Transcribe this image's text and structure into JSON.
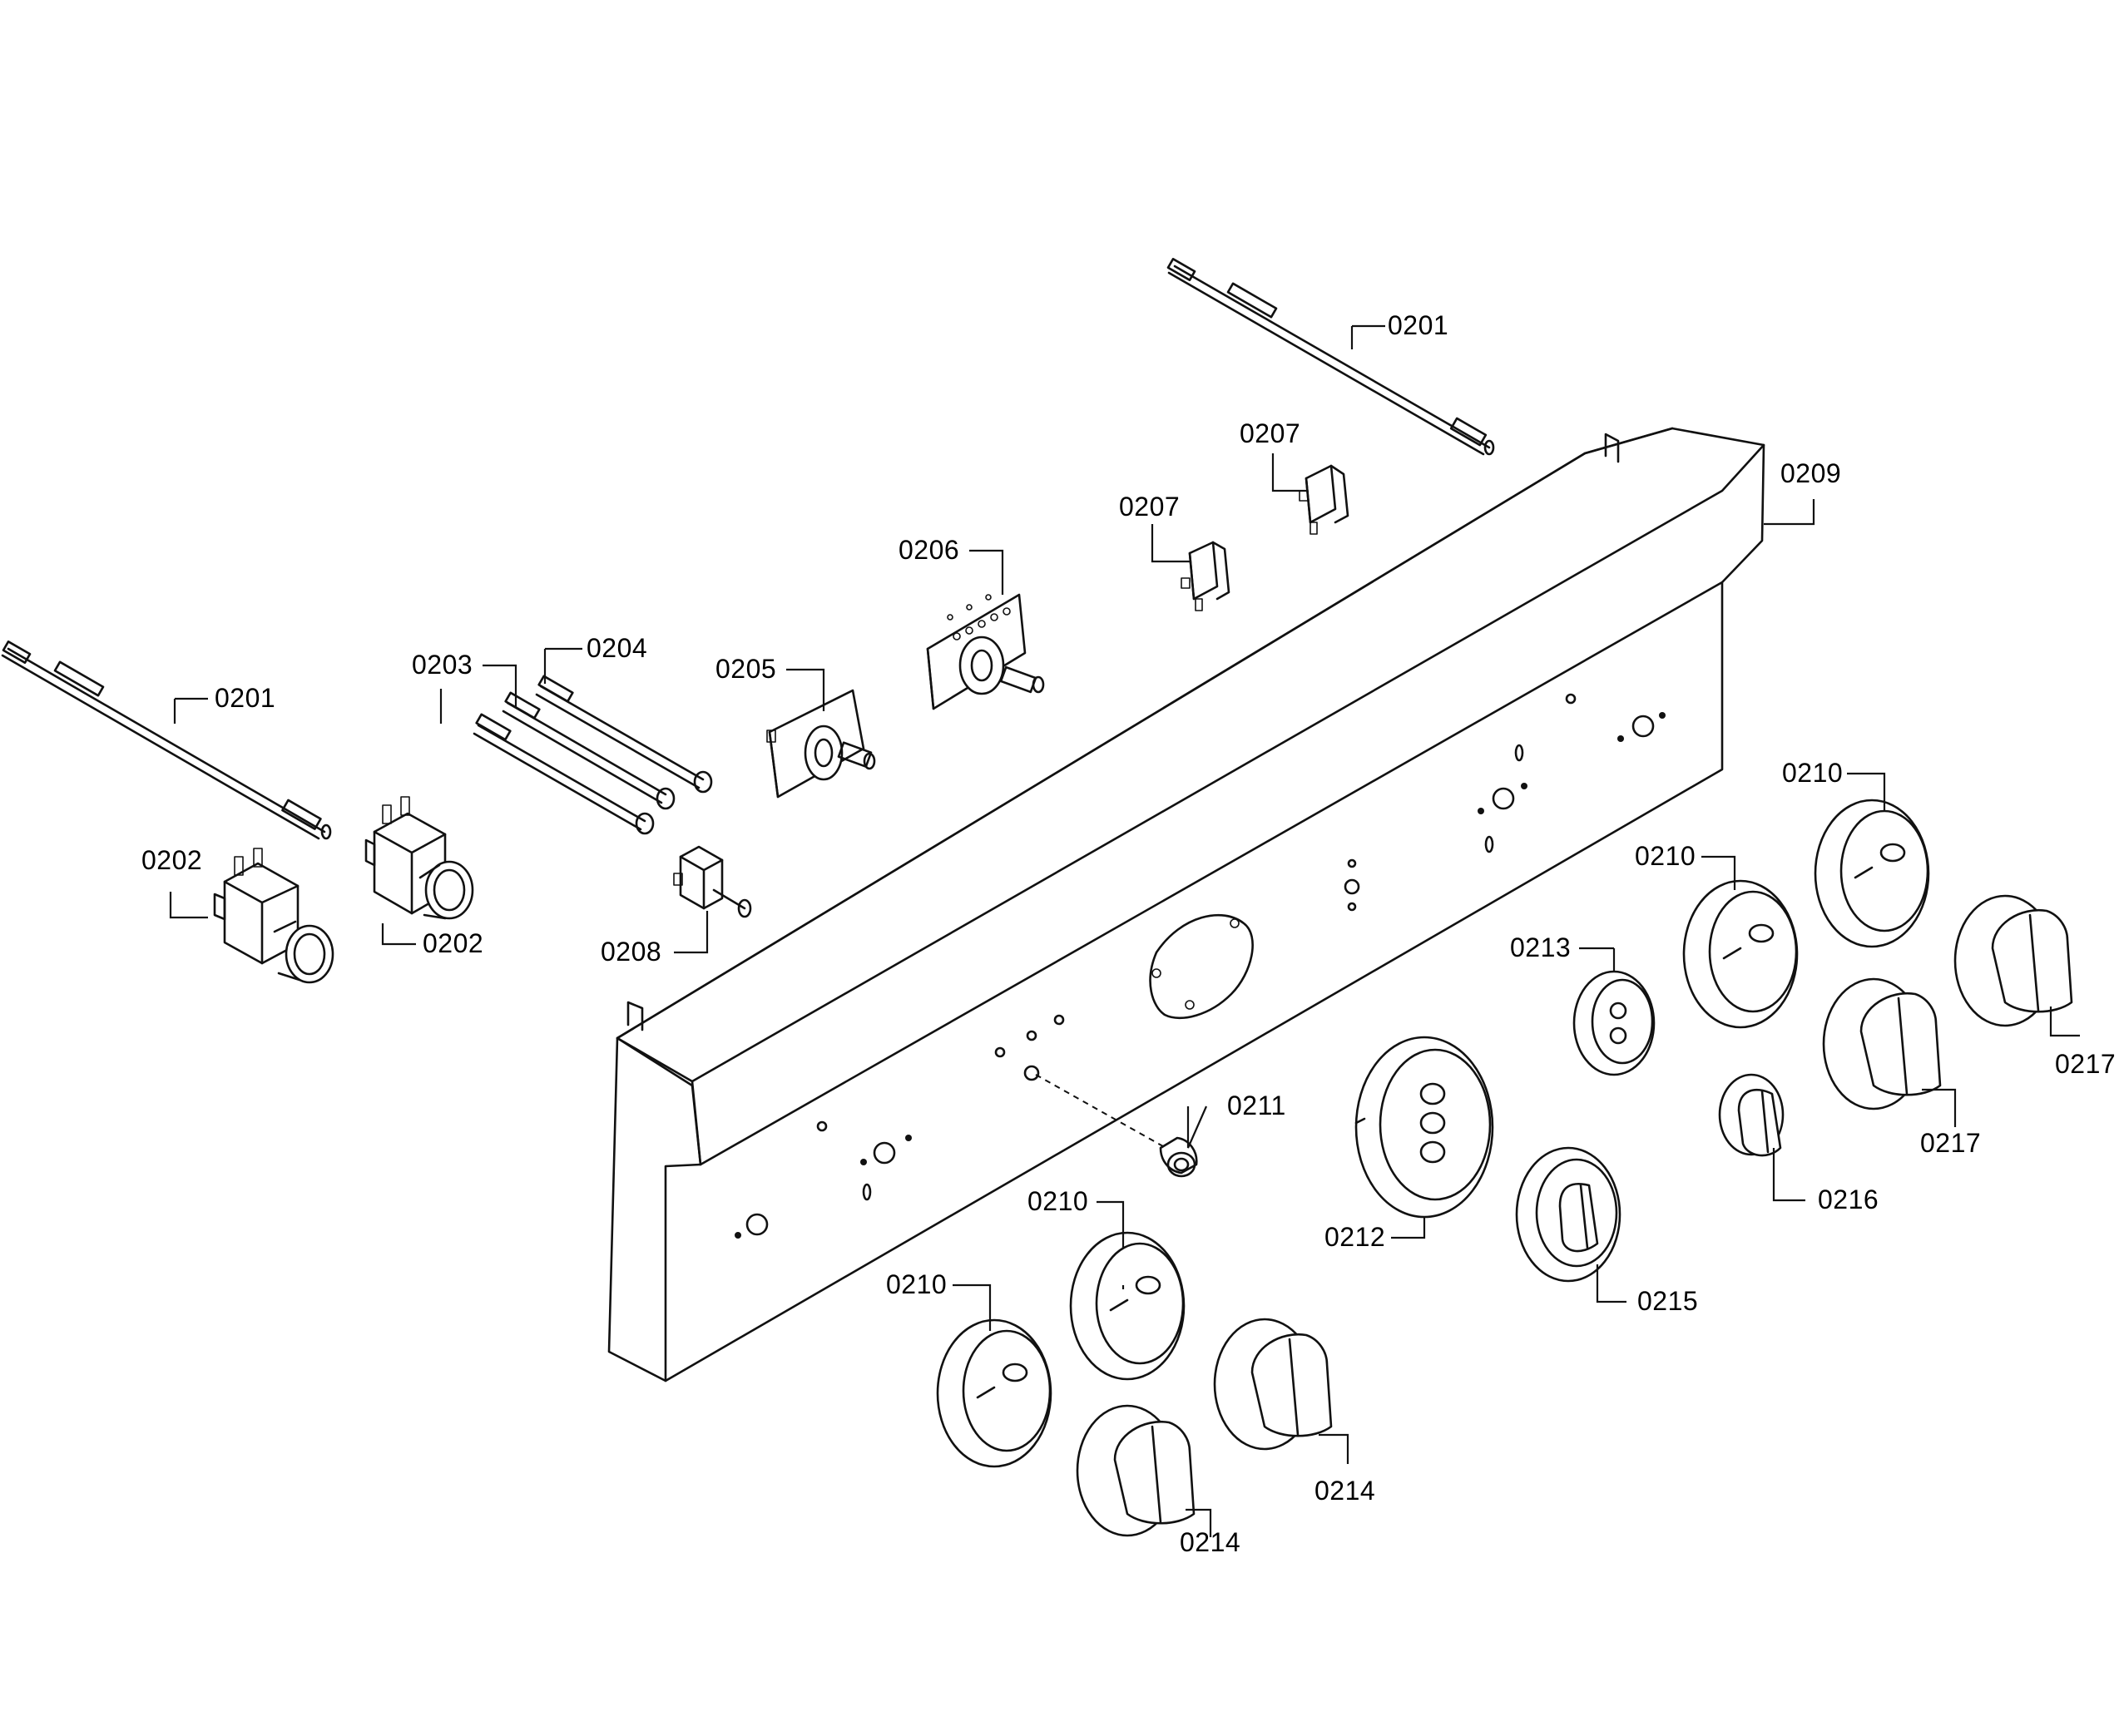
{
  "diagram": {
    "callouts": [
      {
        "id": "c-0201-a",
        "text": "0201"
      },
      {
        "id": "c-0201-b",
        "text": "0201"
      },
      {
        "id": "c-0202-a",
        "text": "0202"
      },
      {
        "id": "c-0202-b",
        "text": "0202"
      },
      {
        "id": "c-0203",
        "text": "0203"
      },
      {
        "id": "c-0204",
        "text": "0204"
      },
      {
        "id": "c-0205",
        "text": "0205"
      },
      {
        "id": "c-0206",
        "text": "0206"
      },
      {
        "id": "c-0207-a",
        "text": "0207"
      },
      {
        "id": "c-0207-b",
        "text": "0207"
      },
      {
        "id": "c-0208",
        "text": "0208"
      },
      {
        "id": "c-0209",
        "text": "0209"
      },
      {
        "id": "c-0210-a",
        "text": "0210"
      },
      {
        "id": "c-0210-b",
        "text": "0210"
      },
      {
        "id": "c-0210-c",
        "text": "0210"
      },
      {
        "id": "c-0210-d",
        "text": "0210"
      },
      {
        "id": "c-0211",
        "text": "0211"
      },
      {
        "id": "c-0212",
        "text": "0212"
      },
      {
        "id": "c-0213",
        "text": "0213"
      },
      {
        "id": "c-0214-a",
        "text": "0214"
      },
      {
        "id": "c-0214-b",
        "text": "0214"
      },
      {
        "id": "c-0215",
        "text": "0215"
      },
      {
        "id": "c-0216",
        "text": "0216"
      },
      {
        "id": "c-0217-a",
        "text": "0217"
      },
      {
        "id": "c-0217-b",
        "text": "0217"
      }
    ]
  }
}
